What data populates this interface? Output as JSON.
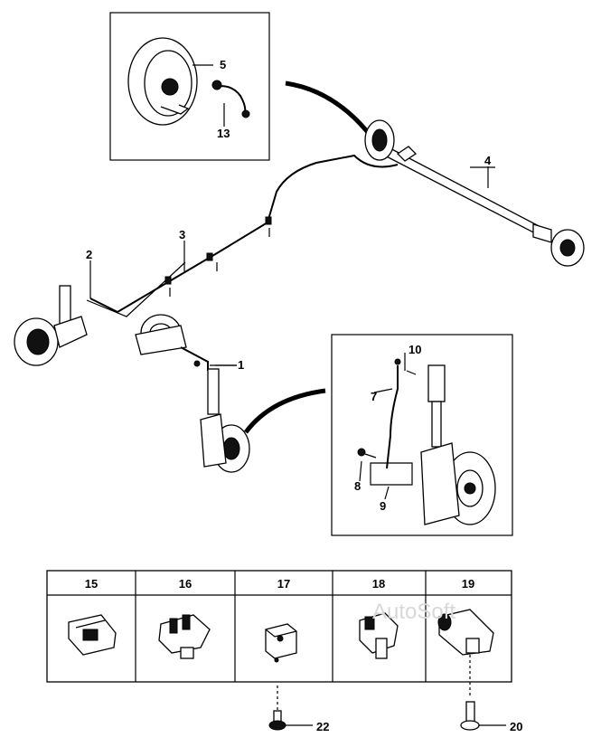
{
  "callouts": {
    "c1": "1",
    "c2": "2",
    "c3": "3",
    "c4": "4",
    "c5": "5",
    "c7": "7",
    "c8": "8",
    "c9": "9",
    "c10": "10",
    "c13": "13",
    "c20": "20",
    "c22": "22"
  },
  "clip_table": {
    "headers": [
      "15",
      "16",
      "17",
      "18",
      "19"
    ]
  },
  "watermark": "AutoSoft"
}
